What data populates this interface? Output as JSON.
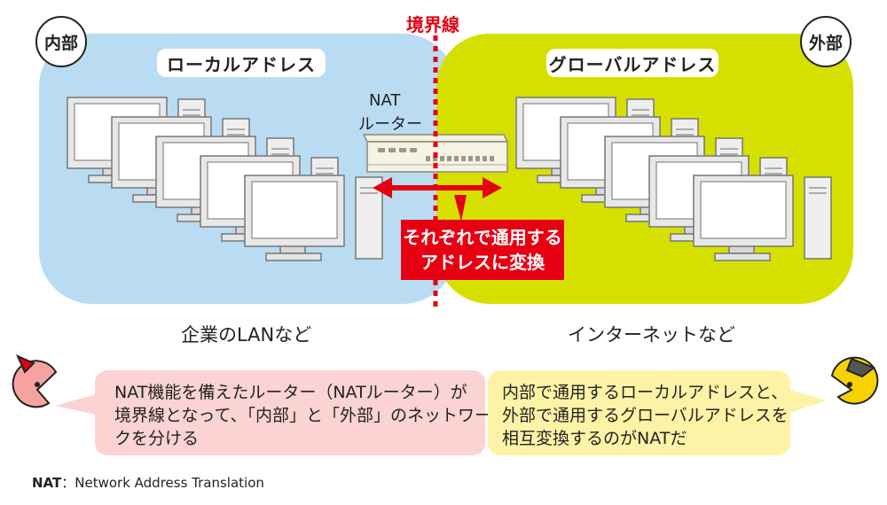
{
  "border": {
    "label": "境界線"
  },
  "inside": {
    "badge": "内部",
    "address_label": "ローカルアドレス",
    "caption": "企業のLANなど"
  },
  "outside": {
    "badge": "外部",
    "address_label": "グローバルアドレス",
    "caption": "インターネットなど"
  },
  "router": {
    "line1": "NAT",
    "line2": "ルーター"
  },
  "callout": {
    "line1": "それぞれで通用する",
    "line2": "アドレスに変換"
  },
  "bubble_left": {
    "lines": [
      "NAT機能を備えたルーター（NATルーター）が",
      "境界線となって、「内部」と「外部」のネットワー",
      "クを分ける"
    ]
  },
  "bubble_right": {
    "lines": [
      "内部で通用するローカルアドレスと、",
      "外部で通用するグローバルアドレスを",
      "相互変換するのがNATだ"
    ]
  },
  "footnote": {
    "term": "NAT",
    "sep": "：",
    "text": "Network Address Translation"
  },
  "colors": {
    "inside": "#b9dcf2",
    "outside": "#d6e000",
    "accent": "#e60012",
    "bubble_left": "#fbd3d3",
    "bubble_right": "#fdf3a6"
  }
}
